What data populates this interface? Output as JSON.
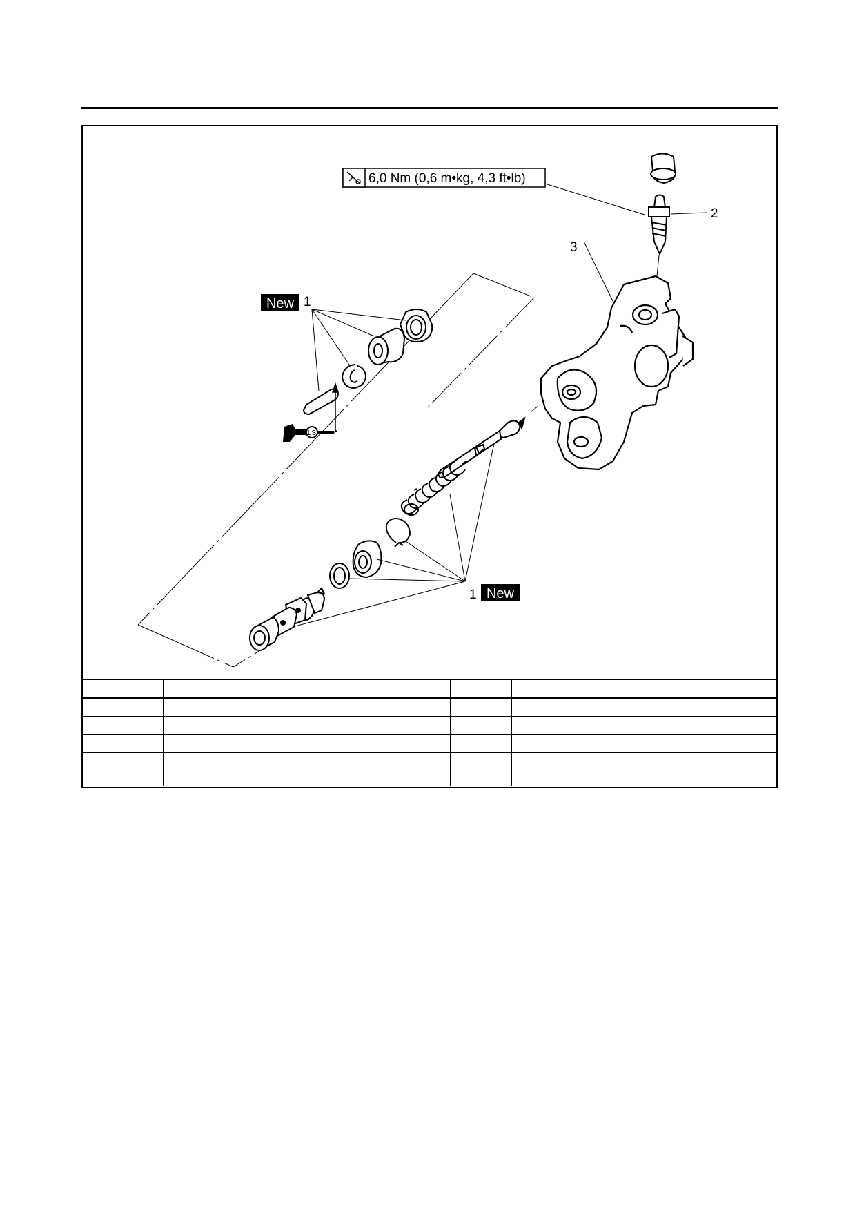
{
  "diagram": {
    "torque_spec": "6,0 Nm (0,6 m•kg, 4,3 ft•lb)",
    "callouts": {
      "label_1_top": "1",
      "label_1_bottom": "1",
      "label_2": "2",
      "label_3": "3"
    },
    "new_badges": {
      "top": "New",
      "bottom": "New"
    },
    "lubricant_mark": "LS"
  },
  "parts_table": {
    "rows": [
      [
        "",
        "",
        "",
        ""
      ],
      [
        "",
        "",
        "",
        ""
      ],
      [
        "",
        "",
        "",
        ""
      ],
      [
        "",
        "",
        "",
        ""
      ],
      [
        "",
        "",
        "",
        ""
      ]
    ]
  }
}
